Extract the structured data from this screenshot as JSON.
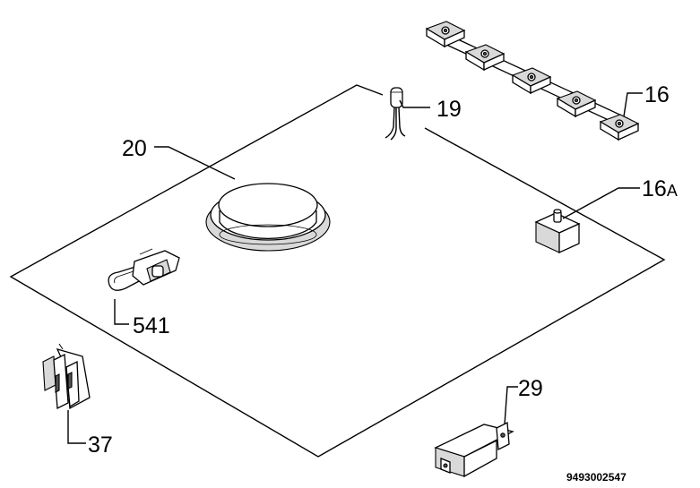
{
  "labels": {
    "l16": "16",
    "l16a_num": "16",
    "l16a_suffix": "A",
    "l19": "19",
    "l20": "20",
    "l541": "541",
    "l37": "37",
    "l29": "29"
  },
  "document_number": "9493002547",
  "parts": [
    {
      "ref": "16",
      "icon": "switch-strip-icon"
    },
    {
      "ref": "16A",
      "icon": "single-switch-icon"
    },
    {
      "ref": "19",
      "icon": "indicator-lamp-icon"
    },
    {
      "ref": "20",
      "icon": "hotplate-icon"
    },
    {
      "ref": "541",
      "icon": "connector-clip-icon"
    },
    {
      "ref": "37",
      "icon": "terminal-clip-icon"
    },
    {
      "ref": "29",
      "icon": "bracket-icon"
    }
  ]
}
